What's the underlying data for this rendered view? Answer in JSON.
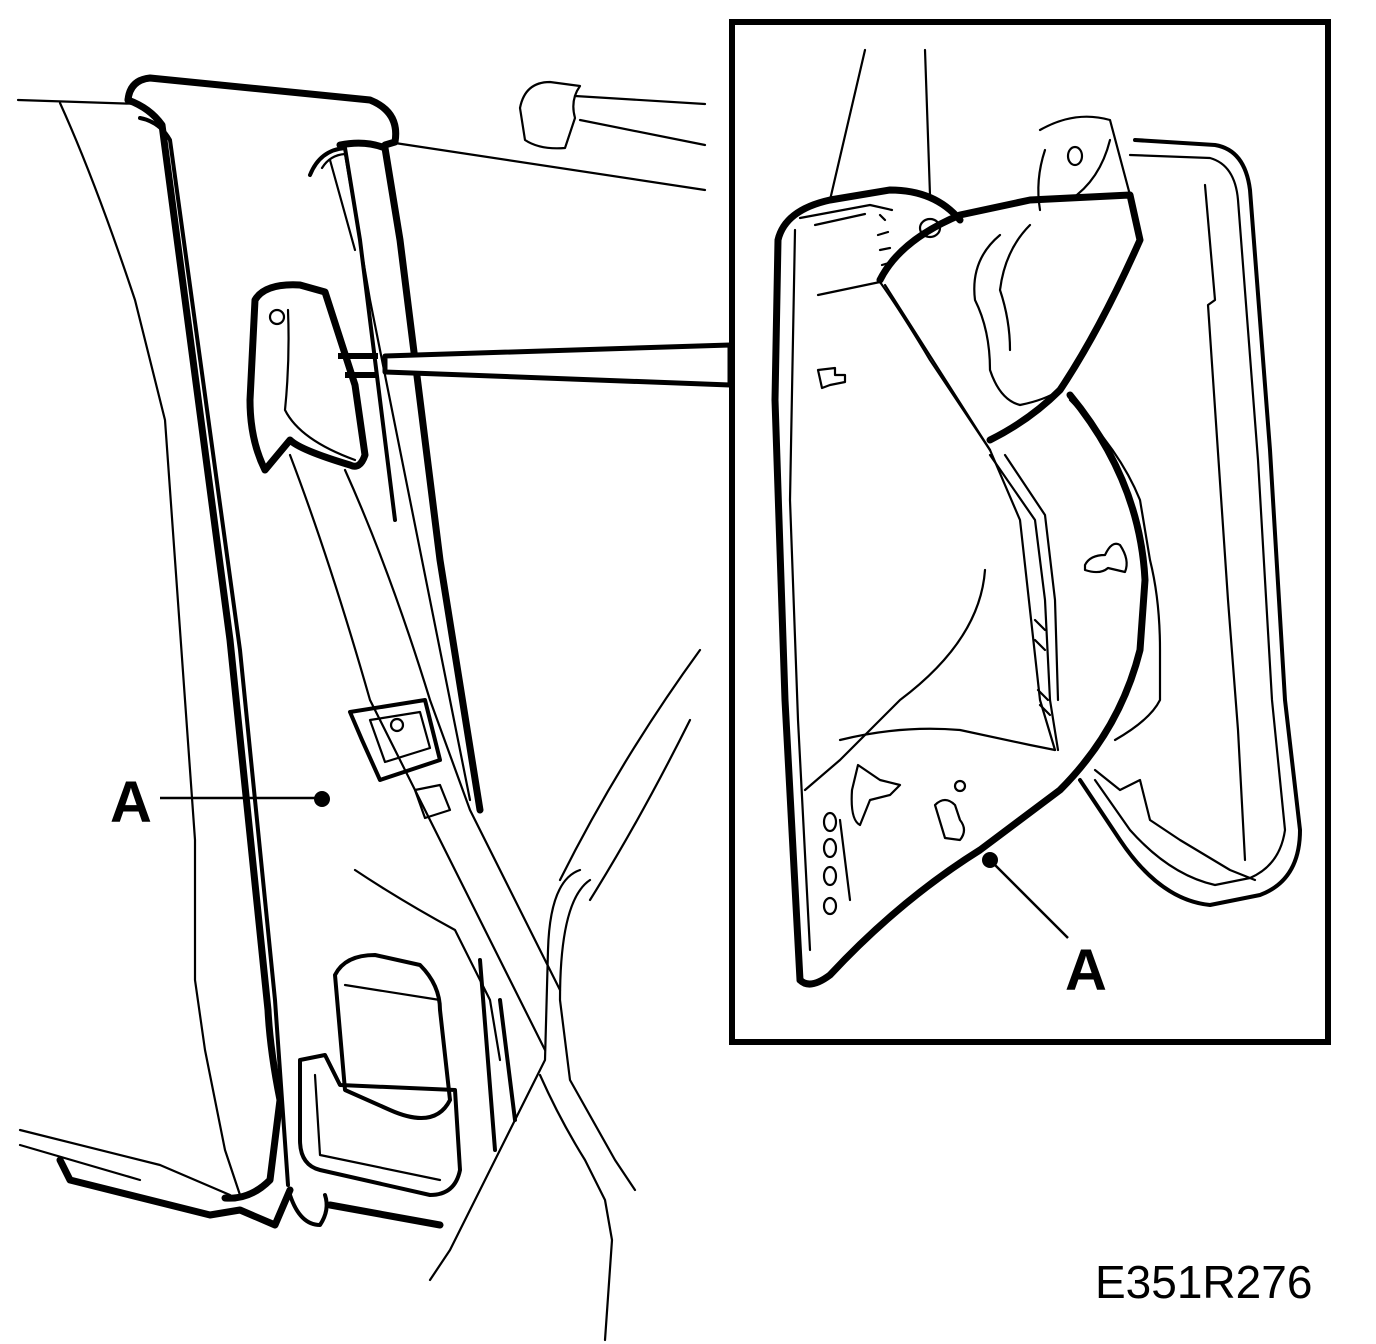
{
  "callouts": {
    "main_label": "A",
    "detail_label": "A"
  },
  "figure_code": "E351R276",
  "colors": {
    "line": "#000000",
    "background": "#ffffff"
  }
}
